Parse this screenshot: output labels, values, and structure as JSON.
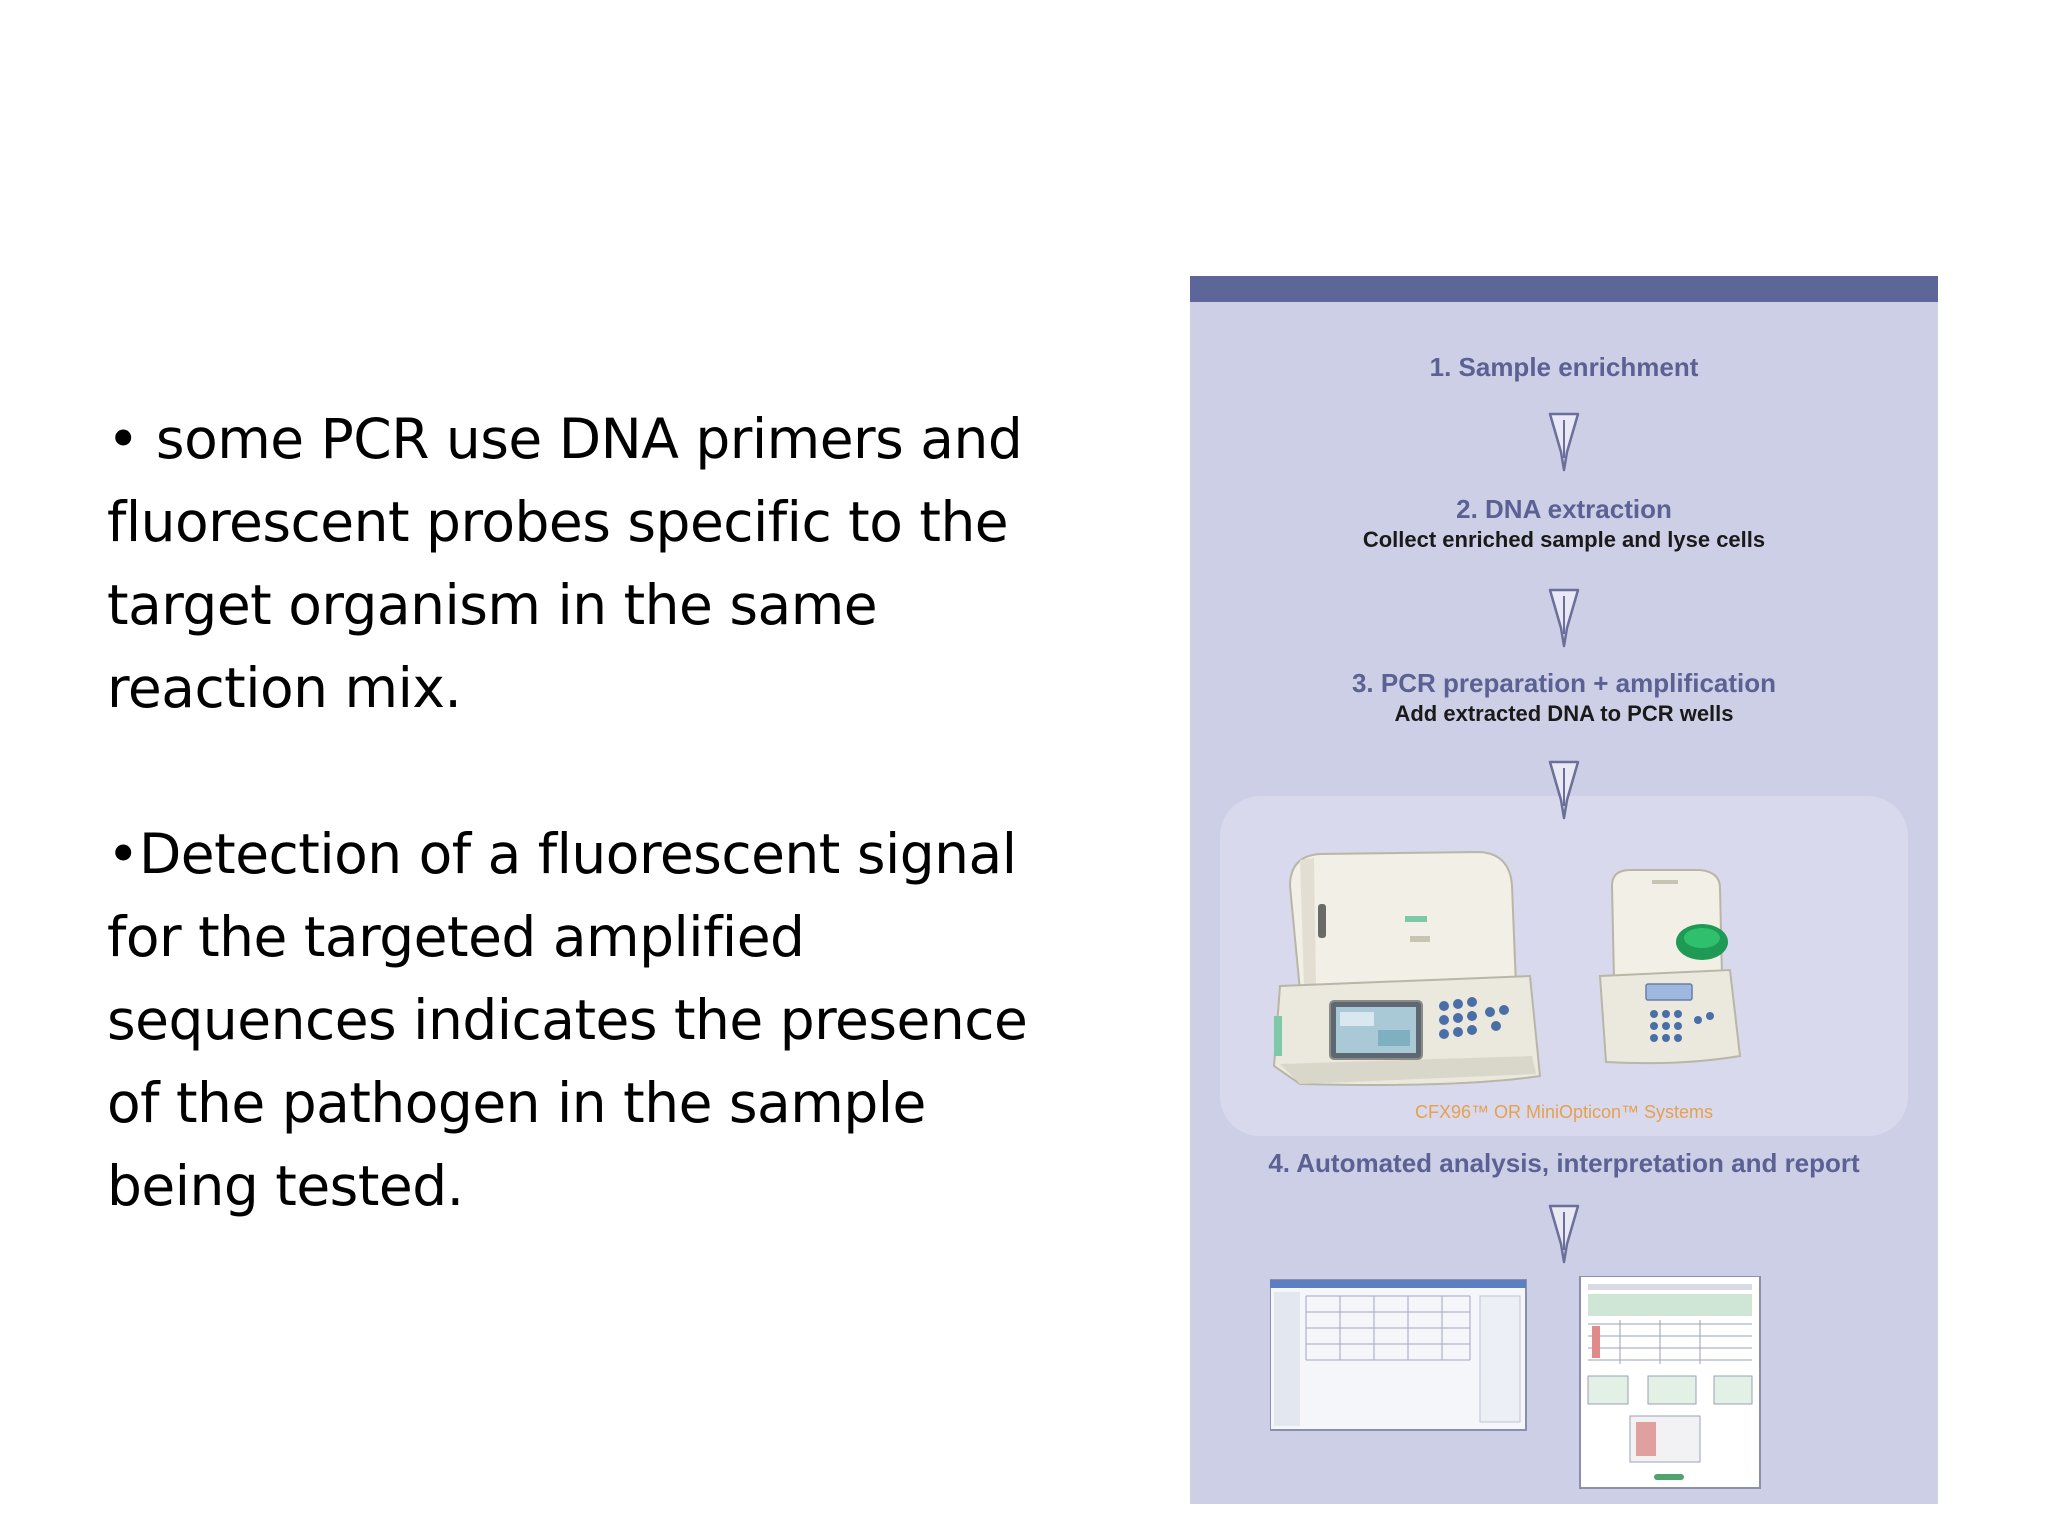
{
  "slide": {
    "paragraphs": [
      {
        "lines": [
          "• some PCR use DNA primers and",
          "fluorescent probes specific to the",
          "target organism  in the same",
          "reaction mix."
        ]
      },
      {
        "lines": [
          "•Detection of a fluorescent signal",
          "for the targeted amplified",
          "sequences indicates the presence",
          "of the pathogen in the sample",
          "being tested."
        ]
      }
    ]
  },
  "workflow": {
    "step1_title": "1. Sample enrichment",
    "step2_title": "2. DNA extraction",
    "step2_sub": "Collect enriched sample and lyse cells",
    "step3_title": "3. PCR preparation + amplification",
    "step3_sub": "Add extracted DNA to PCR wells",
    "systems_label": "CFX96™ OR MiniOpticon™ Systems",
    "step4_title": "4. Automated analysis, interpretation and report"
  },
  "colors": {
    "panel_bg": "#cdcfe6",
    "panel_topbar": "#5d6699",
    "step_title": "#5b6193",
    "systems_label": "#e6a04f"
  }
}
